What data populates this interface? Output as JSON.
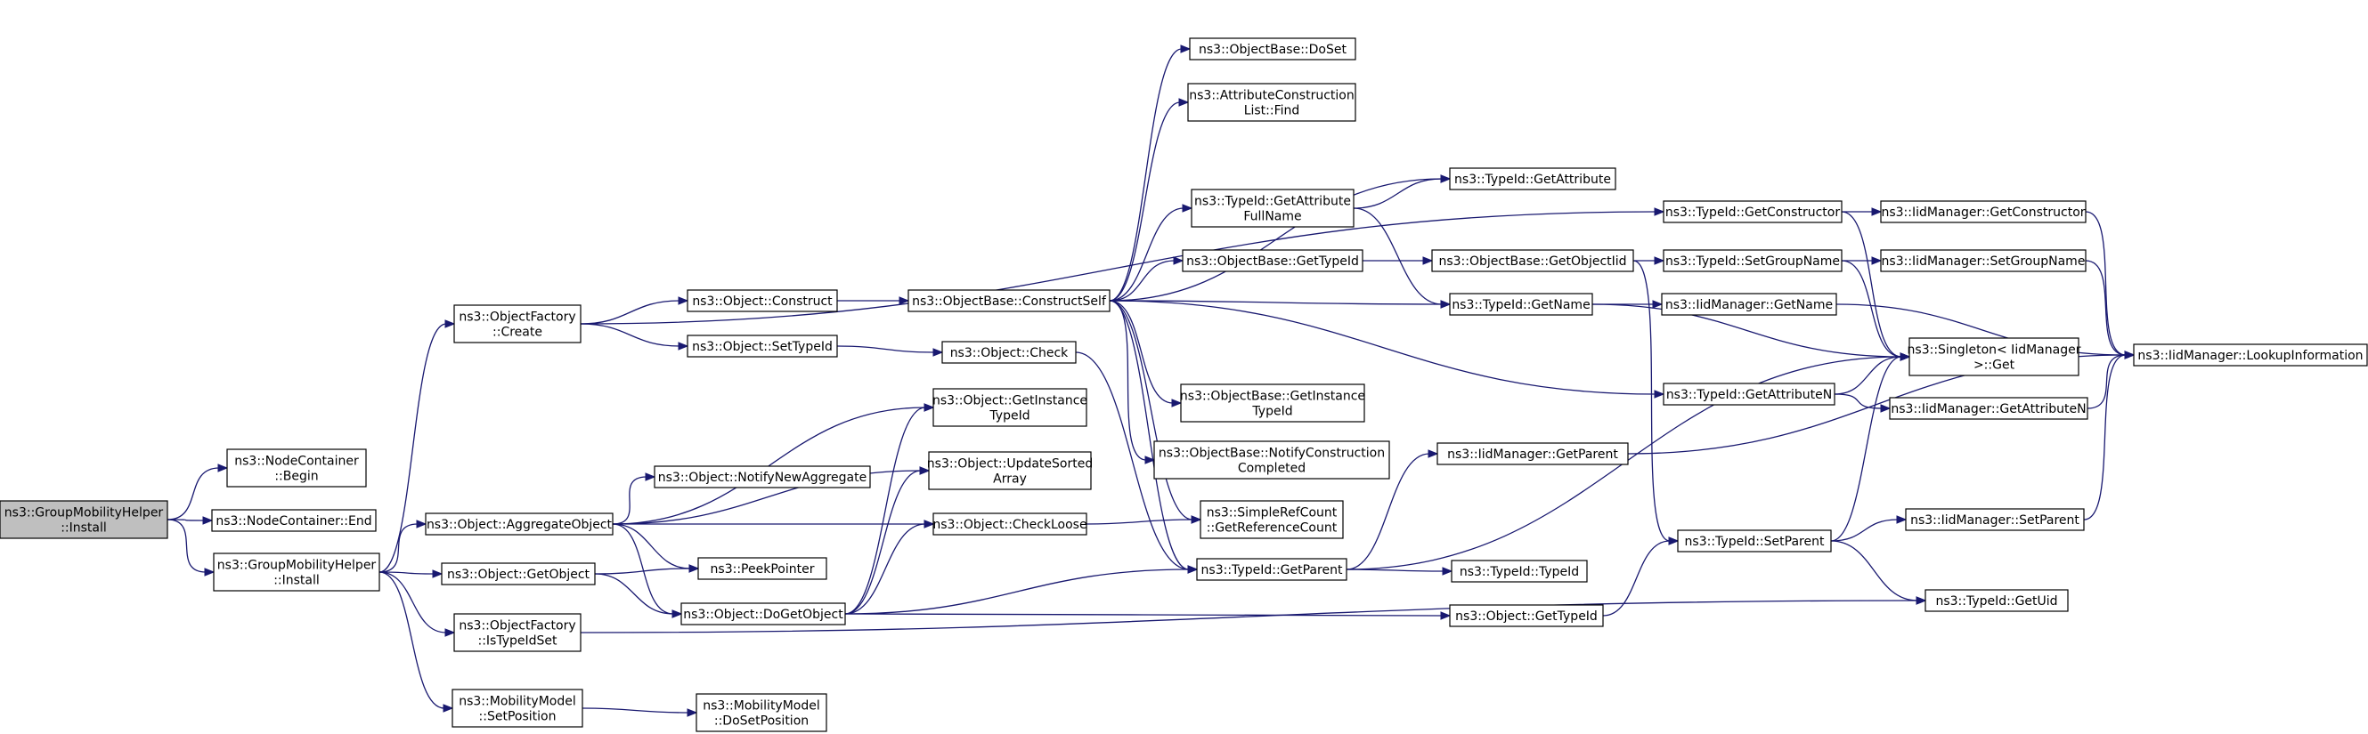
{
  "diagram": {
    "type": "call-graph",
    "colors": {
      "edge": "#191970",
      "root_fill": "#bfbfbf",
      "node_fill": "#ffffff",
      "node_border": "#000000"
    },
    "nodes": [
      {
        "id": "root",
        "lines": [
          "ns3::GroupMobilityHelper",
          "::Install"
        ],
        "root": true
      },
      {
        "id": "nc_begin",
        "lines": [
          "ns3::NodeContainer",
          "::Begin"
        ]
      },
      {
        "id": "nc_end",
        "lines": [
          "ns3::NodeContainer::End"
        ]
      },
      {
        "id": "gmh_install",
        "lines": [
          "ns3::GroupMobilityHelper",
          "::Install"
        ]
      },
      {
        "id": "of_create",
        "lines": [
          "ns3::ObjectFactory",
          "::Create"
        ]
      },
      {
        "id": "obj_aggregate",
        "lines": [
          "ns3::Object::AggregateObject"
        ]
      },
      {
        "id": "obj_getobject",
        "lines": [
          "ns3::Object::GetObject"
        ]
      },
      {
        "id": "of_istypeidset",
        "lines": [
          "ns3::ObjectFactory",
          "::IsTypeIdSet"
        ]
      },
      {
        "id": "mm_setposition",
        "lines": [
          "ns3::MobilityModel",
          "::SetPosition"
        ]
      },
      {
        "id": "mm_dosetposition",
        "lines": [
          "ns3::MobilityModel",
          "::DoSetPosition"
        ]
      },
      {
        "id": "obj_construct",
        "lines": [
          "ns3::Object::Construct"
        ]
      },
      {
        "id": "obj_settypeid",
        "lines": [
          "ns3::Object::SetTypeId"
        ]
      },
      {
        "id": "obj_notifynewagg",
        "lines": [
          "ns3::Object::NotifyNewAggregate"
        ]
      },
      {
        "id": "peekpointer",
        "lines": [
          "ns3::PeekPointer"
        ]
      },
      {
        "id": "obj_dogetobject",
        "lines": [
          "ns3::Object::DoGetObject"
        ]
      },
      {
        "id": "ob_constructself",
        "lines": [
          "ns3::ObjectBase::ConstructSelf"
        ]
      },
      {
        "id": "obj_check",
        "lines": [
          "ns3::Object::Check"
        ]
      },
      {
        "id": "obj_getinstancetypeid",
        "lines": [
          "ns3::Object::GetInstance",
          "TypeId"
        ]
      },
      {
        "id": "obj_updatesorted",
        "lines": [
          "ns3::Object::UpdateSorted",
          "Array"
        ]
      },
      {
        "id": "obj_checkloose",
        "lines": [
          "ns3::Object::CheckLoose"
        ]
      },
      {
        "id": "ob_doset",
        "lines": [
          "ns3::ObjectBase::DoSet"
        ]
      },
      {
        "id": "acl_find",
        "lines": [
          "ns3::AttributeConstruction",
          "List::Find"
        ]
      },
      {
        "id": "tid_getattrfullname",
        "lines": [
          "ns3::TypeId::GetAttribute",
          "FullName"
        ]
      },
      {
        "id": "ob_gettypeid",
        "lines": [
          "ns3::ObjectBase::GetTypeId"
        ]
      },
      {
        "id": "ob_getinstancetypeid",
        "lines": [
          "ns3::ObjectBase::GetInstance",
          "TypeId"
        ]
      },
      {
        "id": "ob_notifyconstruction",
        "lines": [
          "ns3::ObjectBase::NotifyConstruction",
          "Completed"
        ]
      },
      {
        "id": "src_getrefcount",
        "lines": [
          "ns3::SimpleRefCount",
          "::GetReferenceCount"
        ]
      },
      {
        "id": "tid_getparent",
        "lines": [
          "ns3::TypeId::GetParent"
        ]
      },
      {
        "id": "tid_getattribute",
        "lines": [
          "ns3::TypeId::GetAttribute"
        ]
      },
      {
        "id": "ob_getobjectiid",
        "lines": [
          "ns3::ObjectBase::GetObjectIid"
        ]
      },
      {
        "id": "tid_getname",
        "lines": [
          "ns3::TypeId::GetName"
        ]
      },
      {
        "id": "iid_getparent",
        "lines": [
          "ns3::IidManager::GetParent"
        ]
      },
      {
        "id": "tid_typeid",
        "lines": [
          "ns3::TypeId::TypeId"
        ]
      },
      {
        "id": "obj_gettypeid",
        "lines": [
          "ns3::Object::GetTypeId"
        ]
      },
      {
        "id": "tid_getconstructor",
        "lines": [
          "ns3::TypeId::GetConstructor"
        ]
      },
      {
        "id": "tid_setgroupname",
        "lines": [
          "ns3::TypeId::SetGroupName"
        ]
      },
      {
        "id": "iid_getname",
        "lines": [
          "ns3::IidManager::GetName"
        ]
      },
      {
        "id": "tid_getattributen",
        "lines": [
          "ns3::TypeId::GetAttributeN"
        ]
      },
      {
        "id": "tid_setparent",
        "lines": [
          "ns3::TypeId::SetParent"
        ]
      },
      {
        "id": "iid_getconstructor",
        "lines": [
          "ns3::IidManager::GetConstructor"
        ]
      },
      {
        "id": "iid_setgroupname",
        "lines": [
          "ns3::IidManager::SetGroupName"
        ]
      },
      {
        "id": "singleton_get",
        "lines": [
          "ns3::Singleton< IidManager",
          " >::Get"
        ]
      },
      {
        "id": "iid_getattributen",
        "lines": [
          "ns3::IidManager::GetAttributeN"
        ]
      },
      {
        "id": "iid_setparent",
        "lines": [
          "ns3::IidManager::SetParent"
        ]
      },
      {
        "id": "tid_getuid",
        "lines": [
          "ns3::TypeId::GetUid"
        ]
      },
      {
        "id": "iid_lookupinfo",
        "lines": [
          "ns3::IidManager::LookupInformation"
        ]
      }
    ],
    "edges": [
      [
        "root",
        "nc_begin"
      ],
      [
        "root",
        "nc_end"
      ],
      [
        "root",
        "gmh_install"
      ],
      [
        "gmh_install",
        "of_create"
      ],
      [
        "gmh_install",
        "obj_aggregate"
      ],
      [
        "gmh_install",
        "obj_getobject"
      ],
      [
        "gmh_install",
        "of_istypeidset"
      ],
      [
        "gmh_install",
        "mm_setposition"
      ],
      [
        "of_create",
        "tid_getconstructor"
      ],
      [
        "of_create",
        "obj_construct"
      ],
      [
        "of_create",
        "obj_settypeid"
      ],
      [
        "obj_aggregate",
        "obj_getinstancetypeid"
      ],
      [
        "obj_aggregate",
        "obj_updatesorted"
      ],
      [
        "obj_aggregate",
        "obj_notifynewagg"
      ],
      [
        "obj_aggregate",
        "obj_checkloose"
      ],
      [
        "obj_aggregate",
        "peekpointer"
      ],
      [
        "obj_aggregate",
        "obj_dogetobject"
      ],
      [
        "obj_getobject",
        "peekpointer"
      ],
      [
        "obj_getobject",
        "obj_dogetobject"
      ],
      [
        "of_istypeidset",
        "tid_getuid"
      ],
      [
        "mm_setposition",
        "mm_dosetposition"
      ],
      [
        "obj_construct",
        "ob_constructself"
      ],
      [
        "obj_settypeid",
        "obj_check"
      ],
      [
        "obj_dogetobject",
        "obj_getinstancetypeid"
      ],
      [
        "obj_dogetobject",
        "obj_updatesorted"
      ],
      [
        "obj_dogetobject",
        "obj_checkloose"
      ],
      [
        "obj_dogetobject",
        "tid_getparent"
      ],
      [
        "obj_dogetobject",
        "obj_gettypeid"
      ],
      [
        "ob_constructself",
        "ob_doset"
      ],
      [
        "ob_constructself",
        "acl_find"
      ],
      [
        "ob_constructself",
        "tid_getattribute"
      ],
      [
        "ob_constructself",
        "tid_getattrfullname"
      ],
      [
        "ob_constructself",
        "ob_gettypeid"
      ],
      [
        "ob_constructself",
        "tid_getname"
      ],
      [
        "ob_constructself",
        "tid_getattributen"
      ],
      [
        "ob_constructself",
        "ob_getinstancetypeid"
      ],
      [
        "ob_constructself",
        "ob_notifyconstruction"
      ],
      [
        "ob_constructself",
        "src_getrefcount"
      ],
      [
        "ob_constructself",
        "tid_getparent"
      ],
      [
        "obj_check",
        "tid_getparent"
      ],
      [
        "obj_checkloose",
        "src_getrefcount"
      ],
      [
        "tid_getattrfullname",
        "tid_getattribute"
      ],
      [
        "tid_getattrfullname",
        "tid_getname"
      ],
      [
        "ob_gettypeid",
        "ob_getobjectiid"
      ],
      [
        "ob_getobjectiid",
        "tid_setgroupname"
      ],
      [
        "ob_getobjectiid",
        "tid_setparent"
      ],
      [
        "tid_getparent",
        "iid_getparent"
      ],
      [
        "tid_getparent",
        "singleton_get"
      ],
      [
        "tid_getparent",
        "tid_typeid"
      ],
      [
        "obj_gettypeid",
        "tid_setparent"
      ],
      [
        "tid_getname",
        "iid_getname"
      ],
      [
        "tid_getname",
        "singleton_get"
      ],
      [
        "iid_getparent",
        "iid_lookupinfo"
      ],
      [
        "tid_getconstructor",
        "iid_getconstructor"
      ],
      [
        "tid_getconstructor",
        "singleton_get"
      ],
      [
        "tid_setgroupname",
        "iid_setgroupname"
      ],
      [
        "tid_setgroupname",
        "singleton_get"
      ],
      [
        "iid_getname",
        "iid_lookupinfo"
      ],
      [
        "tid_getattributen",
        "singleton_get"
      ],
      [
        "tid_getattributen",
        "iid_getattributen"
      ],
      [
        "tid_setparent",
        "singleton_get"
      ],
      [
        "tid_setparent",
        "iid_setparent"
      ],
      [
        "tid_setparent",
        "tid_getuid"
      ],
      [
        "iid_getconstructor",
        "iid_lookupinfo"
      ],
      [
        "iid_setgroupname",
        "iid_lookupinfo"
      ],
      [
        "iid_getattributen",
        "iid_lookupinfo"
      ],
      [
        "iid_setparent",
        "iid_lookupinfo"
      ]
    ]
  }
}
